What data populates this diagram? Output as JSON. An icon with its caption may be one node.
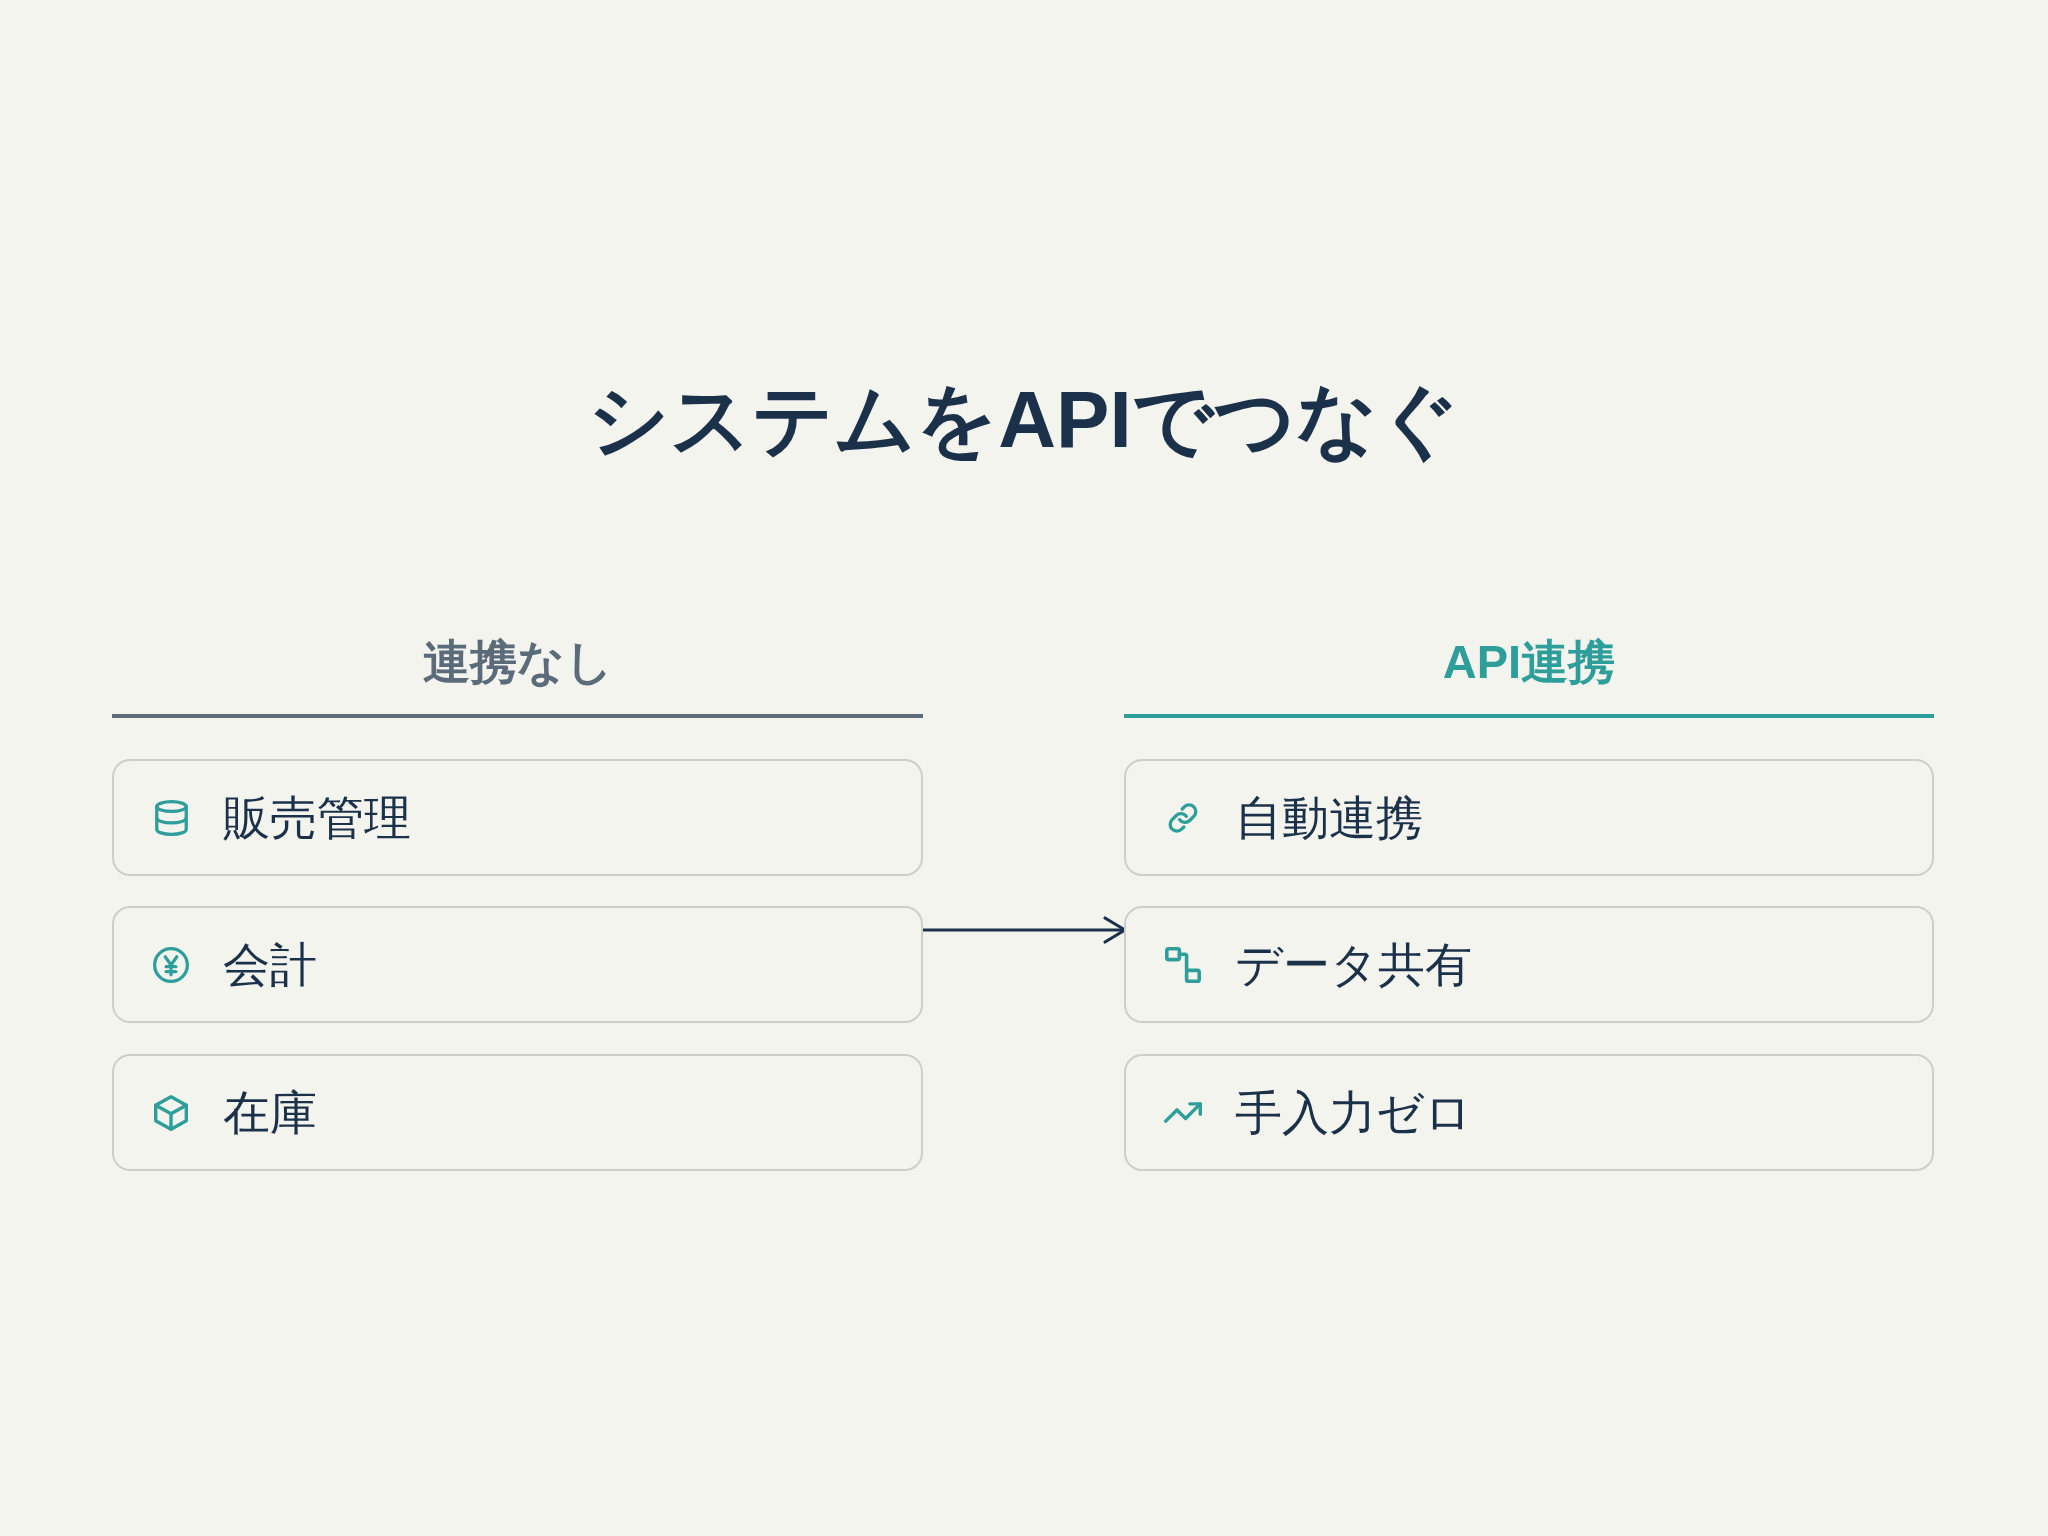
{
  "diagram": {
    "title": "システムをAPIでつなぐ",
    "nodes": [
      {
        "text": [
          "販売管理"
        ]
      },
      {
        "text": [
          "会計"
        ]
      },
      {
        "text": [
          "在庫"
        ]
      },
      {
        "text": [
          "自動連携"
        ]
      },
      {
        "text": [
          "データ共有"
        ]
      },
      {
        "text": [
          "手入力ゼロ"
        ]
      }
    ],
    "edges": [
      {
        "from": 1,
        "to": 4,
        "arrow": "to"
      }
    ],
    "labels": [
      "連携なし",
      "API連携"
    ]
  }
}
